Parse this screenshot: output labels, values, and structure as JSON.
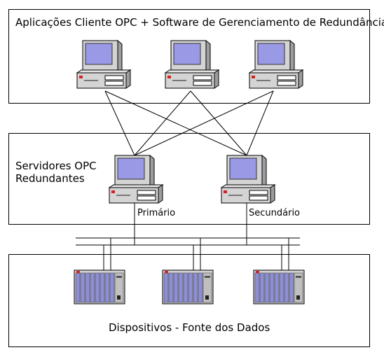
{
  "top_panel": {
    "title": "Aplicações Cliente OPC + Software de Gerenciamento de Redundância"
  },
  "middle_panel": {
    "title_line1": "Servidores OPC",
    "title_line2": "Redundantes",
    "primary_label": "Primário",
    "secondary_label": "Secundário"
  },
  "bottom_panel": {
    "title": "Dispositivos - Fonte dos Dados"
  },
  "icons": {
    "computer": "desktop-computer-icon",
    "plc": "plc-rack-icon"
  },
  "colors": {
    "screen": "#9999e6",
    "case": "#d4d4d4",
    "plc_module": "#8e8ed6",
    "led_red": "#d8201c"
  }
}
